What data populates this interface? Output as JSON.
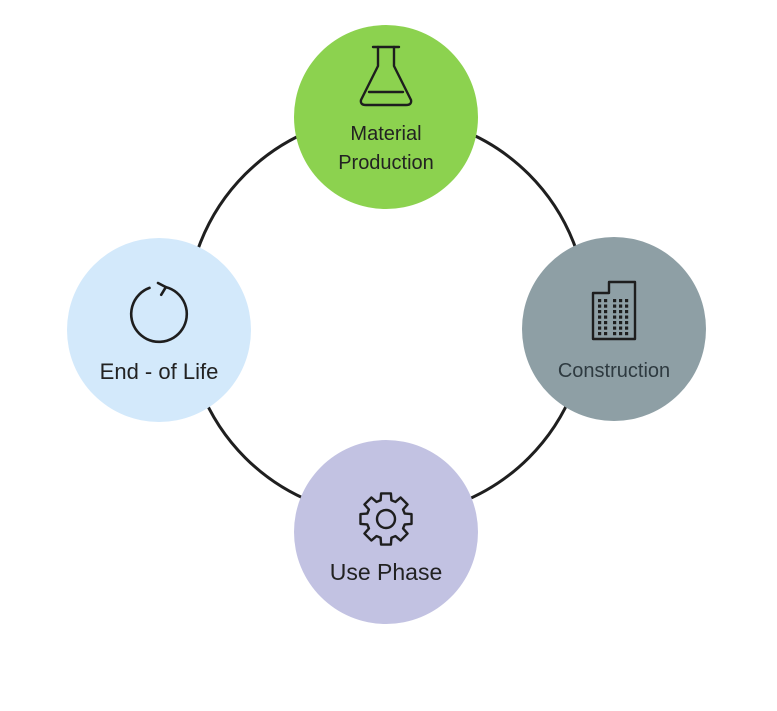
{
  "diagram": {
    "colors": {
      "ring": "#1f1f1f",
      "material": "#8cd24f",
      "construction": "#8e9fa5",
      "use": "#c2c2e2",
      "end": "#d3e9fb"
    },
    "nodes": [
      {
        "label": "Material\nProduction",
        "icon": "flask-icon"
      },
      {
        "label": "Construction",
        "icon": "building-icon"
      },
      {
        "label": "Use Phase",
        "icon": "gear-icon"
      },
      {
        "label": "End - of Life",
        "icon": "refresh-icon"
      }
    ]
  }
}
